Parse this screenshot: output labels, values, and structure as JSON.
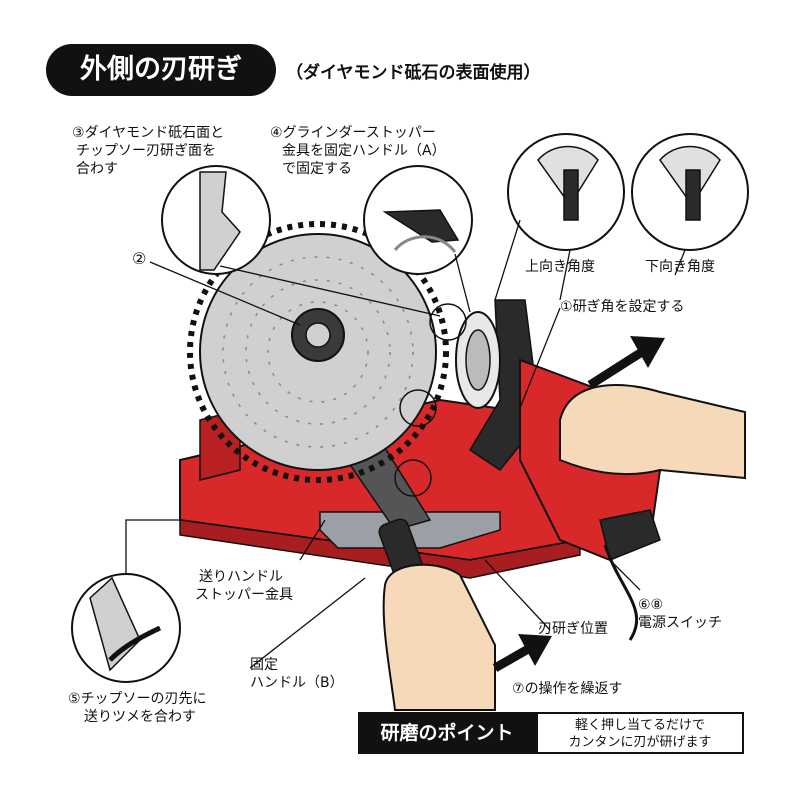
{
  "title": "外側の刃研ぎ",
  "subtitle": "（ダイヤモンド砥石の表面使用）",
  "callouts": {
    "step3": {
      "num": "③",
      "lines": [
        "ダイヤモンド砥石面と",
        "チップソー刃研ぎ面を",
        "合わす"
      ]
    },
    "step4": {
      "num": "④",
      "lines": [
        "グラインダーストッパー",
        "金具を固定ハンドル（A）",
        "で固定する"
      ]
    },
    "step2": {
      "num": "②"
    },
    "angle_up": "上向き角度",
    "angle_down": "下向き角度",
    "step1": {
      "num": "①",
      "text": "研ぎ角を設定する"
    },
    "feed_handle": [
      "送りハンドル",
      "ストッパー金具"
    ],
    "fixed_handle": [
      "固定",
      "ハンドル（B）"
    ],
    "sharpen_position": "刃研ぎ位置",
    "step68": {
      "num": "⑥⑧",
      "text": "電源スイッチ"
    },
    "step7": {
      "num": "⑦",
      "text": "の操作を繰返す"
    },
    "step5": {
      "num": "⑤",
      "lines": [
        "チップソーの刃先に",
        "送りツメを合わす"
      ]
    }
  },
  "point": {
    "label": "研磨のポイント",
    "lines": [
      "軽く押し当てるだけで",
      "カンタンに刃が研げます"
    ]
  },
  "colors": {
    "machine_red": "#d8282a",
    "outline": "#111111",
    "skin": "#f5d9b8",
    "metal": "#d0d0d0"
  }
}
